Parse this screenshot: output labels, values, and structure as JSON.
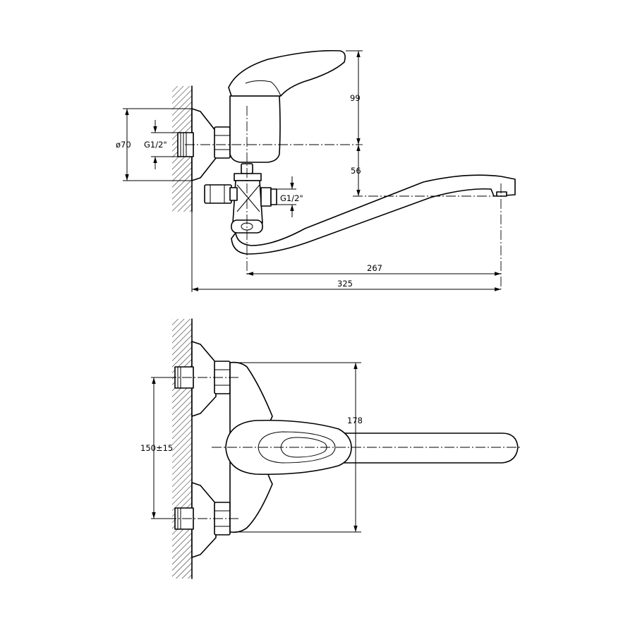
{
  "dimensions": {
    "height_lever": "99",
    "height_spout": "56",
    "diameter_flange": "ø70",
    "thread_wall": "G1/2\"",
    "thread_outlet": "G1/2\"",
    "spout_reach": "267",
    "total_length": "325",
    "total_width": "178",
    "center_distance": "150±15"
  }
}
